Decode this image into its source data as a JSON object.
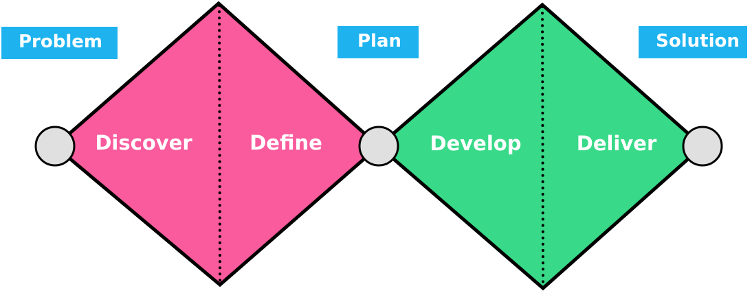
{
  "colors": {
    "first_diamond": "#f95b9d",
    "second_diamond": "#38d988",
    "label_box": "#1eb3ef",
    "node_fill": "#e0e0e0",
    "outline": "#000000",
    "text": "#ffffff"
  },
  "boxes": [
    {
      "id": "problem",
      "label": "Problem"
    },
    {
      "id": "plan",
      "label": "Plan"
    },
    {
      "id": "solution",
      "label": "Solution"
    }
  ],
  "stages": [
    {
      "id": "discover",
      "label": "Discover"
    },
    {
      "id": "define",
      "label": "Define"
    },
    {
      "id": "develop",
      "label": "Develop"
    },
    {
      "id": "deliver",
      "label": "Deliver"
    }
  ]
}
